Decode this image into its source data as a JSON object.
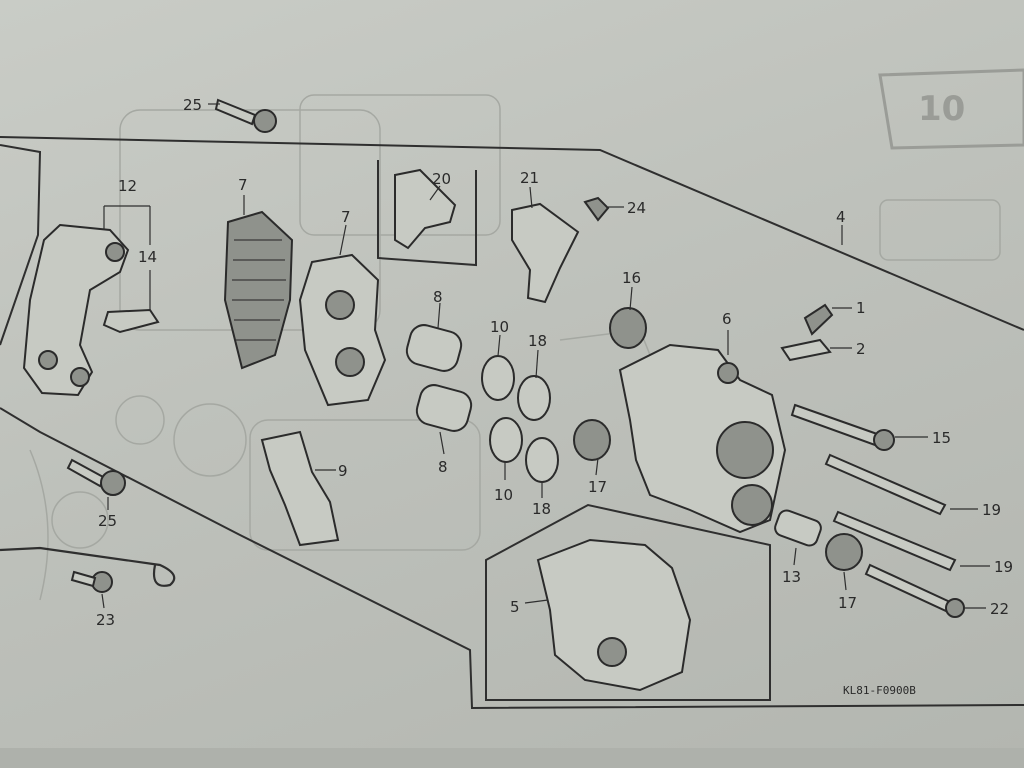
{
  "page_number": "10",
  "drawing_code": "KL81-F0900B",
  "callouts": [
    {
      "id": "c1",
      "label": "1"
    },
    {
      "id": "c2",
      "label": "2"
    },
    {
      "id": "c4",
      "label": "4"
    },
    {
      "id": "c5",
      "label": "5"
    },
    {
      "id": "c6",
      "label": "6"
    },
    {
      "id": "c7a",
      "label": "7"
    },
    {
      "id": "c7b",
      "label": "7"
    },
    {
      "id": "c8a",
      "label": "8"
    },
    {
      "id": "c8b",
      "label": "8"
    },
    {
      "id": "c9",
      "label": "9"
    },
    {
      "id": "c10a",
      "label": "10"
    },
    {
      "id": "c10b",
      "label": "10"
    },
    {
      "id": "c12",
      "label": "12"
    },
    {
      "id": "c13",
      "label": "13"
    },
    {
      "id": "c14",
      "label": "14"
    },
    {
      "id": "c15",
      "label": "15"
    },
    {
      "id": "c16",
      "label": "16"
    },
    {
      "id": "c17a",
      "label": "17"
    },
    {
      "id": "c17b",
      "label": "17"
    },
    {
      "id": "c18a",
      "label": "18"
    },
    {
      "id": "c18b",
      "label": "18"
    },
    {
      "id": "c19a",
      "label": "19"
    },
    {
      "id": "c19b",
      "label": "19"
    },
    {
      "id": "c20",
      "label": "20"
    },
    {
      "id": "c21",
      "label": "21"
    },
    {
      "id": "c22",
      "label": "22"
    },
    {
      "id": "c23",
      "label": "23"
    },
    {
      "id": "c24",
      "label": "24"
    },
    {
      "id": "c25a",
      "label": "25"
    },
    {
      "id": "c25b",
      "label": "25"
    }
  ]
}
